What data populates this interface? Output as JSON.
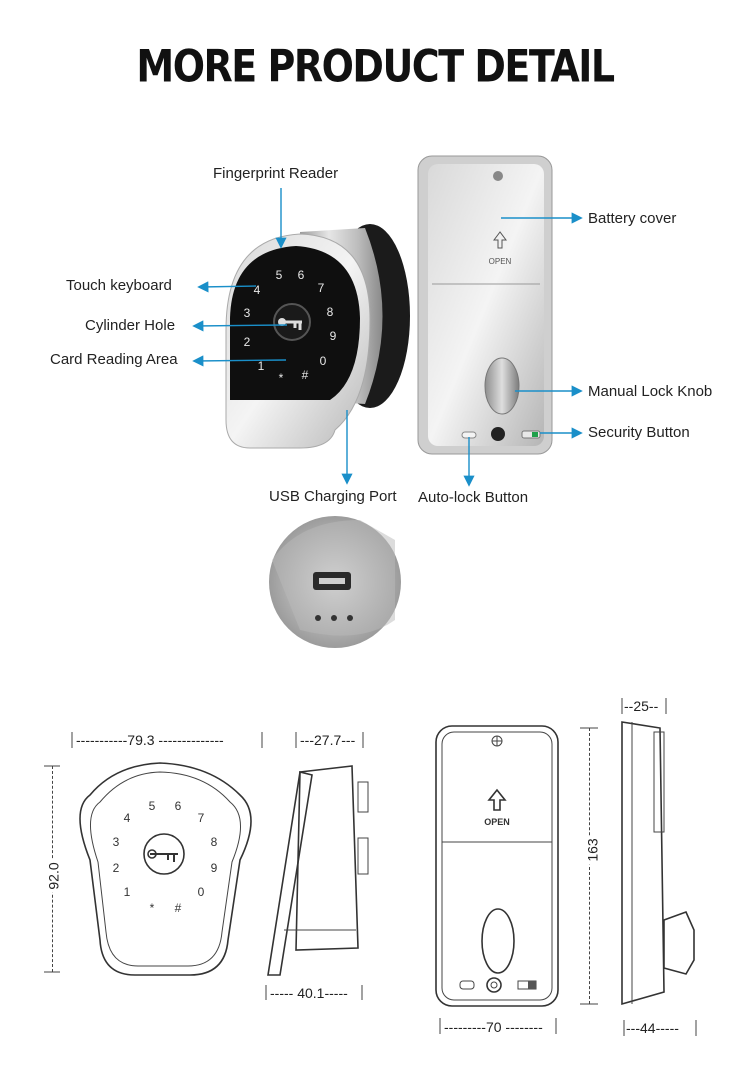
{
  "title": "MORE PRODUCT DETAIL",
  "callouts": {
    "fingerprint": "Fingerprint Reader",
    "touch_keyboard": "Touch keyboard",
    "cylinder_hole": "Cylinder Hole",
    "card_reading": "Card Reading Area",
    "usb_port": "USB Charging Port",
    "auto_lock": "Auto-lock Button",
    "battery_cover": "Battery cover",
    "manual_knob": "Manual Lock Knob",
    "security_button": "Security Button"
  },
  "keypad_keys": [
    "5",
    "6",
    "4",
    "7",
    "3",
    "8",
    "2",
    "9",
    "1",
    "0",
    "*",
    "#"
  ],
  "back_panel_label": "OPEN",
  "dimensions": {
    "front_width": "79.3",
    "front_height": "92.0",
    "side_depth_top": "27.7",
    "side_depth_bottom": "40.1",
    "back_width": "70",
    "back_height": "163",
    "back_side_top": "25",
    "back_side_bottom": "44"
  },
  "colors": {
    "accent_arrow": "#1a8fc9",
    "keypad_glass": "#111111",
    "metal": "#c9c9c9"
  }
}
